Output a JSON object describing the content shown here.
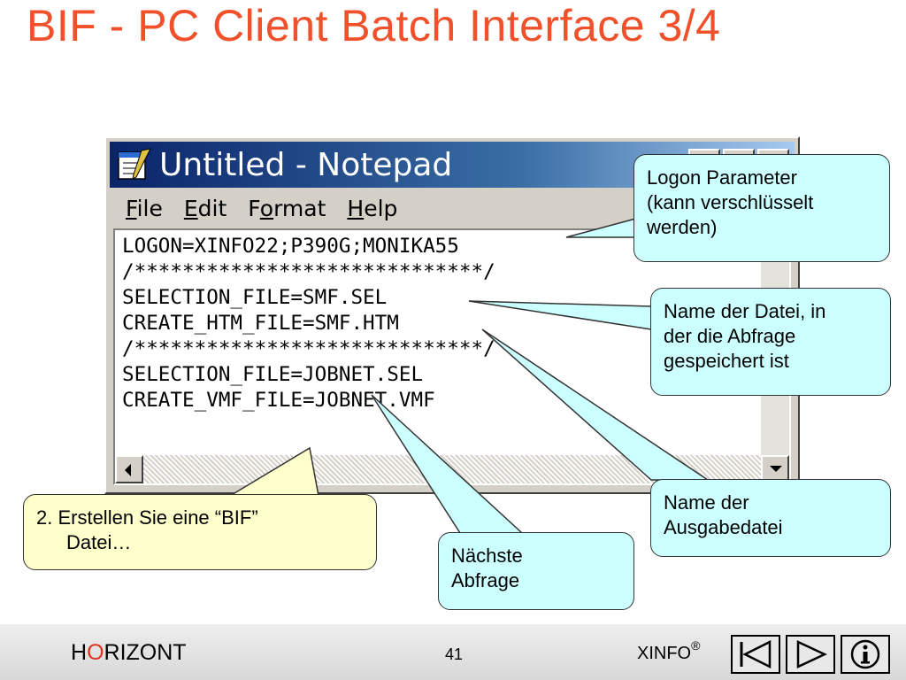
{
  "slide": {
    "title": "BIF - PC Client Batch Interface 3/4"
  },
  "notepad": {
    "title": "Untitled - Notepad",
    "menu": [
      {
        "accel": "F",
        "rest": "ile"
      },
      {
        "accel": "E",
        "rest": "dit"
      },
      {
        "pre": "F",
        "accel": "o",
        "rest": "rmat"
      },
      {
        "accel": "H",
        "rest": "elp"
      }
    ],
    "lines": [
      "LOGON=XINFO22;P390G;MONIKA55",
      "/*****************************/",
      "SELECTION_FILE=SMF.SEL",
      "CREATE_HTM_FILE=SMF.HTM",
      "/*****************************/",
      "SELECTION_FILE=JOBNET.SEL",
      "CREATE_VMF_FILE=JOBNET.VMF"
    ]
  },
  "callouts": {
    "logon": [
      "Logon Parameter",
      "(kann verschlüsselt",
      "werden)"
    ],
    "query_file": [
      "Name der Datei, in",
      "der die Abfrage",
      "gespeichert ist"
    ],
    "output_file": [
      "Name der",
      "Ausgabedatei"
    ],
    "next_query": [
      "Nächste",
      "Abfrage"
    ],
    "create_bif": [
      "2. Erstellen Sie eine “BIF”",
      "Datei…"
    ]
  },
  "footer": {
    "brand_pre": "H",
    "brand_accent": "O",
    "brand_post": "RIZONT",
    "page": "41",
    "product": "XINFO",
    "product_mark": "®"
  },
  "colors": {
    "title": "#f0502a",
    "callout_cyan": "#ccffff",
    "callout_yellow": "#ffffcc",
    "brand_accent": "#e0301e"
  }
}
